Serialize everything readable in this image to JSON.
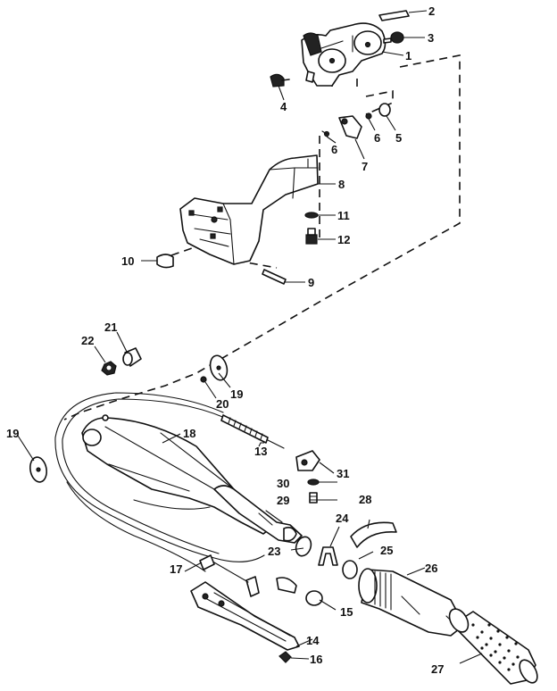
{
  "callouts": [
    {
      "id": "c1",
      "text": "1"
    },
    {
      "id": "c2",
      "text": "2"
    },
    {
      "id": "c3",
      "text": "3"
    },
    {
      "id": "c4",
      "text": "4"
    },
    {
      "id": "c5",
      "text": "5"
    },
    {
      "id": "c6a",
      "text": "6"
    },
    {
      "id": "c6b",
      "text": "6"
    },
    {
      "id": "c7",
      "text": "7"
    },
    {
      "id": "c8",
      "text": "8"
    },
    {
      "id": "c9",
      "text": "9"
    },
    {
      "id": "c10",
      "text": "10"
    },
    {
      "id": "c11",
      "text": "11"
    },
    {
      "id": "c12",
      "text": "12"
    },
    {
      "id": "c13",
      "text": "13"
    },
    {
      "id": "c14",
      "text": "14"
    },
    {
      "id": "c15",
      "text": "15"
    },
    {
      "id": "c16",
      "text": "16"
    },
    {
      "id": "c17",
      "text": "17"
    },
    {
      "id": "c18",
      "text": "18"
    },
    {
      "id": "c19a",
      "text": "19"
    },
    {
      "id": "c19b",
      "text": "19"
    },
    {
      "id": "c20",
      "text": "20"
    },
    {
      "id": "c21",
      "text": "21"
    },
    {
      "id": "c22",
      "text": "22"
    },
    {
      "id": "c23",
      "text": "23"
    },
    {
      "id": "c24",
      "text": "24"
    },
    {
      "id": "c25",
      "text": "25"
    },
    {
      "id": "c26",
      "text": "26"
    },
    {
      "id": "c27",
      "text": "27"
    },
    {
      "id": "c28",
      "text": "28"
    },
    {
      "id": "c29",
      "text": "29"
    },
    {
      "id": "c30",
      "text": "30"
    },
    {
      "id": "c31",
      "text": "31"
    }
  ]
}
